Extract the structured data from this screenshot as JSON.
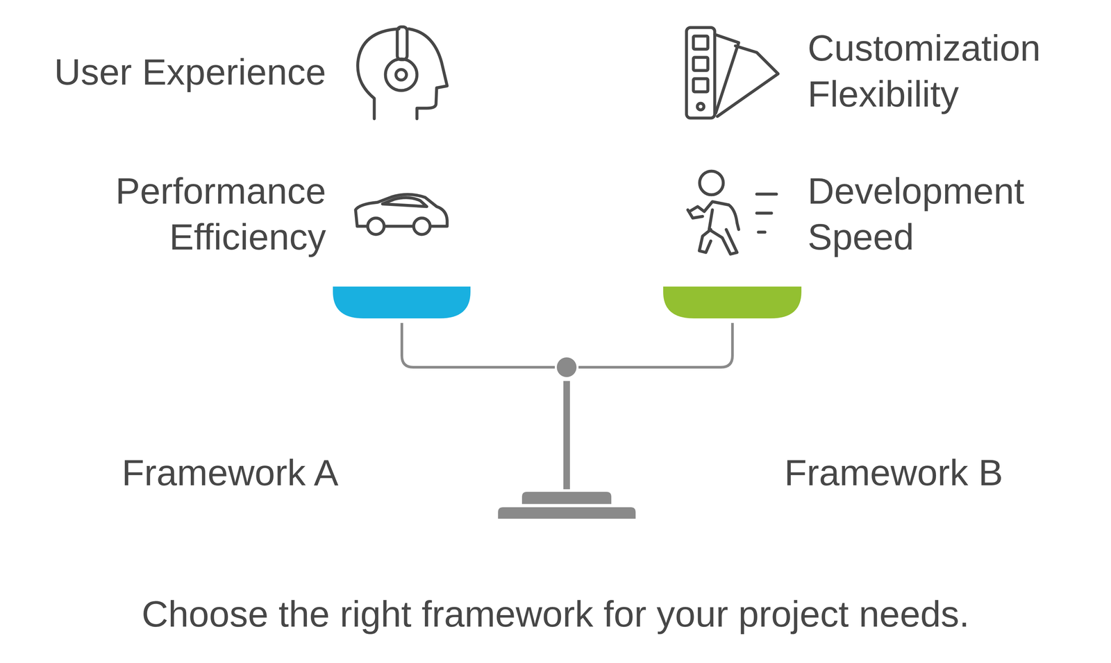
{
  "diagram": {
    "caption": "Choose the right framework for your project needs.",
    "labels": [
      "User Experience",
      "Performance Efficiency",
      "Framework A",
      "Customization Flexibility",
      "Development Speed",
      "Framework B"
    ]
  }
}
